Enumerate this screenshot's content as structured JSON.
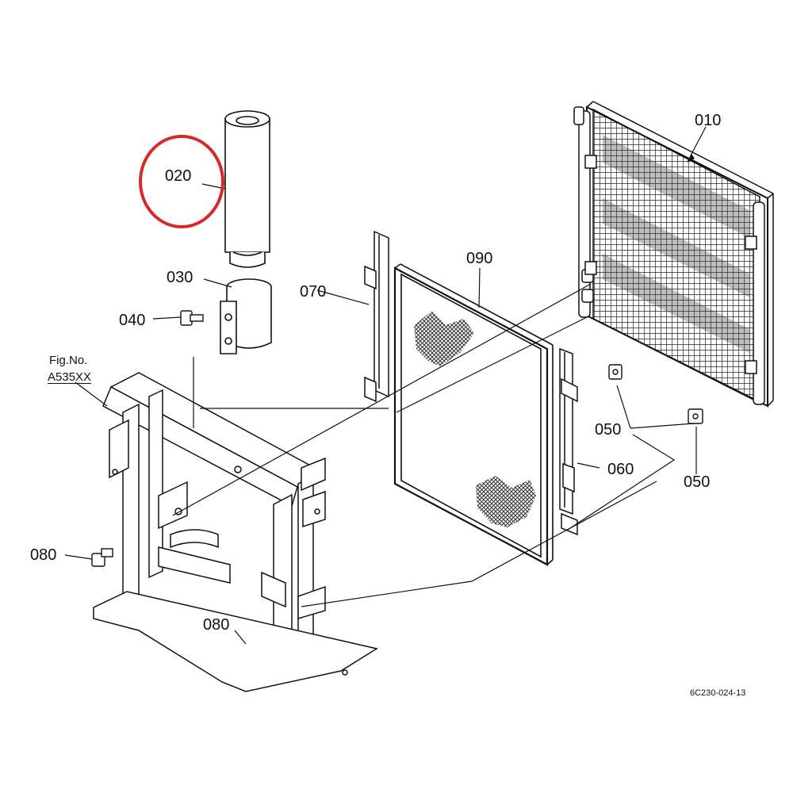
{
  "fig_ref": {
    "label": "Fig.No.",
    "value": "A535XX"
  },
  "parts": {
    "p010": "010",
    "p020": "020",
    "p030": "030",
    "p040": "040",
    "p050a": "050",
    "p050b": "050",
    "p060": "060",
    "p070": "070",
    "p080a": "080",
    "p080b": "080",
    "p090": "090"
  },
  "drawing_code": "6C230-024-13",
  "highlight": {
    "part": "020",
    "color": "#d42a2a"
  }
}
